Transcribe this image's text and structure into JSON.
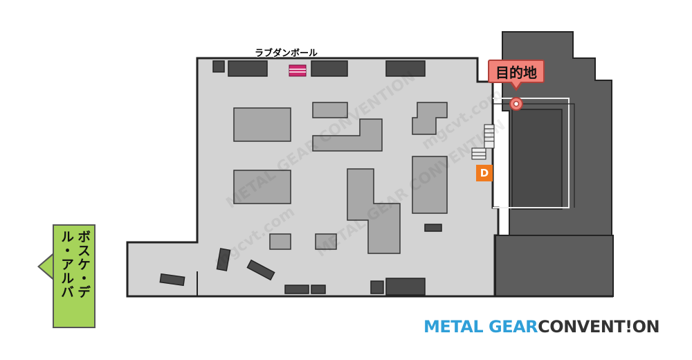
{
  "destination": {
    "label": "目的地"
  },
  "area": {
    "label": "ラブダンボール"
  },
  "entrance_marker": {
    "label": "D"
  },
  "exit_sign": {
    "label": "ボスケ・デル・アルバ"
  },
  "brand": {
    "part1": "METAL GEAR",
    "part2": "CONVENT!ON"
  },
  "watermark": {
    "text": "METAL GEAR CONVENTION",
    "url": "mgcvt.com"
  },
  "colors": {
    "floor": "#d3d3d3",
    "obstacle": "#a8a8a8",
    "crate": "#4a4a4a",
    "building": "#5d5d5d",
    "destination": "#f2837a",
    "item": "#cc2a6e",
    "marker": "#f07a1e",
    "exit_sign": "#a6d35a"
  },
  "icons": {
    "destination": "target-ring-icon",
    "item": "cardboard-box-icon",
    "exit": "arrow-left-icon"
  }
}
